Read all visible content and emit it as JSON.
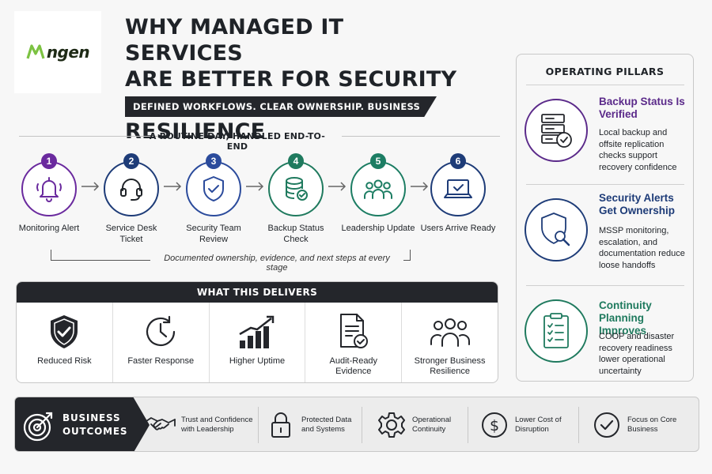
{
  "brand": {
    "logo_text": "ngen",
    "accent": "#7cc242"
  },
  "title_lines": [
    "WHY MANAGED IT SERVICES",
    "ARE BETTER FOR SECURITY",
    "CONTINUITY AND RESILIENCE"
  ],
  "banner": "DEFINED WORKFLOWS. CLEAR OWNERSHIP. BUSINESS RESILIENCE.",
  "workflow": {
    "title": "A ROUTINE DAY, HANDLED END-TO-END",
    "steps": [
      {
        "num": "1",
        "label": "Monitoring Alert",
        "icon": "bell-icon",
        "color": "#6a2a9e"
      },
      {
        "num": "2",
        "label": "Service Desk Ticket",
        "icon": "headset-icon",
        "color": "#1e3c78"
      },
      {
        "num": "3",
        "label": "Security Team Review",
        "icon": "shield-check-icon",
        "color": "#2b4b9c"
      },
      {
        "num": "4",
        "label": "Backup Status Check",
        "icon": "database-check-icon",
        "color": "#1f7a5e"
      },
      {
        "num": "5",
        "label": "Leadership Update",
        "icon": "team-icon",
        "color": "#1c7d63"
      },
      {
        "num": "6",
        "label": "Users Arrive Ready",
        "icon": "laptop-check-icon",
        "color": "#1e3c78"
      }
    ],
    "footnote": "Documented ownership, evidence, and next steps at every stage"
  },
  "delivers": {
    "title": "WHAT THIS DELIVERS",
    "items": [
      {
        "label": "Reduced Risk",
        "icon": "shield-check-icon"
      },
      {
        "label": "Faster Response",
        "icon": "clock-icon"
      },
      {
        "label": "Higher Uptime",
        "icon": "growth-chart-icon"
      },
      {
        "label": "Audit-Ready Evidence",
        "icon": "document-check-icon"
      },
      {
        "label": "Stronger Business Resilience",
        "icon": "team-icon"
      }
    ]
  },
  "pillars": {
    "title": "OPERATING PILLARS",
    "items": [
      {
        "title": "Backup Status Is Verified",
        "desc": "Local backup and offsite replication checks support recovery confidence",
        "icon": "server-check-icon",
        "color": "#5b2a8a"
      },
      {
        "title": "Security Alerts Get Ownership",
        "desc": "MSSP monitoring, escalation, and documentation reduce loose handoffs",
        "icon": "shield-search-icon",
        "color": "#1e3c78"
      },
      {
        "title": "Continuity Planning Improves",
        "desc": "COOP and disaster recovery readiness lower operational uncertainty",
        "icon": "clipboard-checklist-icon",
        "color": "#1f7a5e"
      }
    ]
  },
  "outcomes": {
    "title_lines": [
      "BUSINESS",
      "OUTCOMES"
    ],
    "items": [
      {
        "label_lines": [
          "Trust and Confidence",
          "with Leadership"
        ],
        "icon": "handshake-icon"
      },
      {
        "label_lines": [
          "Protected Data",
          "and Systems"
        ],
        "icon": "padlock-icon"
      },
      {
        "label_lines": [
          "Operational",
          "Continuity"
        ],
        "icon": "gear-icon"
      },
      {
        "label_lines": [
          "Lower Cost of",
          "Disruption"
        ],
        "icon": "dollar-icon"
      },
      {
        "label_lines": [
          "Focus on Core",
          "Business"
        ],
        "icon": "check-circle-icon"
      }
    ]
  }
}
